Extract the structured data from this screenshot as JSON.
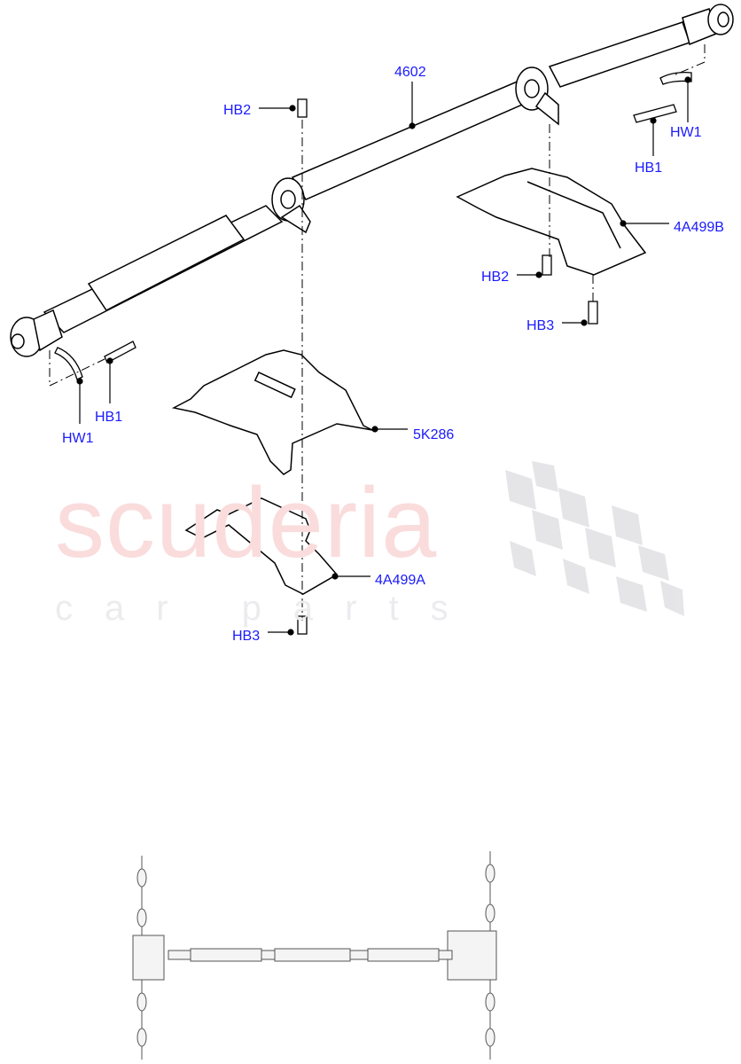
{
  "watermark": {
    "main": "scuderia",
    "sub": "car parts",
    "main_color": "#fadcdc",
    "sub_color": "#ececef"
  },
  "label_color": "#1a1aff",
  "callouts": [
    {
      "id": "4602"
    },
    {
      "id": "HB2"
    },
    {
      "id": "HW1"
    },
    {
      "id": "HB1"
    },
    {
      "id": "4A499B"
    },
    {
      "id": "HB2"
    },
    {
      "id": "HB3"
    },
    {
      "id": "HB1"
    },
    {
      "id": "HW1"
    },
    {
      "id": "5K286"
    },
    {
      "id": "4A499A"
    },
    {
      "id": "HB3"
    }
  ]
}
